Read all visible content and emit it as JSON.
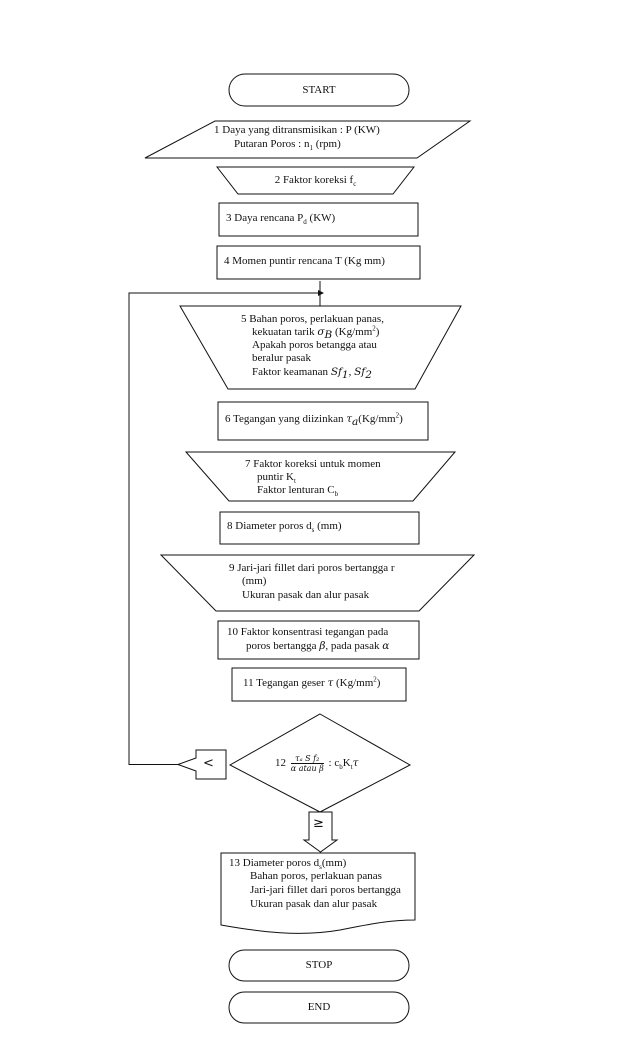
{
  "start": "START",
  "step1": {
    "line1": "1  Daya yang ditransmisikan : P (KW)",
    "line2": "Putaran Poros : n",
    "line2_sub": "1",
    "line2_tail": " (rpm)"
  },
  "step2": {
    "label": "2  Faktor koreksi f",
    "sub": "c"
  },
  "step3": {
    "label": "3  Daya rencana P",
    "sub": "d",
    "tail": " (KW)"
  },
  "step4": {
    "label": "4  Momen puntir rencana T (Kg mm)"
  },
  "step5": {
    "line1": "5  Bahan poros, perlakuan panas,",
    "line2_pre": "kekuatan tarik ",
    "sigma": "σ",
    "sigma_sub": "B",
    "line2_unit": " (Kg/mm",
    "line2_sup": "2",
    "line2_end": ")",
    "line3": "Apakah poros betangga atau",
    "line4": "beralur pasak",
    "line5_pre": "Faktor keamanan ",
    "sf1": "Sf",
    "sf1_sub": "1",
    "sep": ", ",
    "sf2": "Sf",
    "sf2_sub": "2"
  },
  "step6": {
    "pre": "6  Tegangan yang diizinkan  ",
    "tau": "τ",
    "tau_sub": "a",
    "unit": "(Kg/mm",
    "sup": "2",
    "end": ")"
  },
  "step7": {
    "line1": "7  Faktor koreksi untuk momen",
    "line2": "puntir K",
    "line2_sub": "t",
    "line3": "Faktor lenturan C",
    "line3_sub": "b"
  },
  "step8": {
    "label": "8  Diameter poros d",
    "sub": "s",
    "tail": " (mm)"
  },
  "step9": {
    "line1": "9  Jari-jari fillet dari poros bertangga r",
    "line2": "(mm)",
    "line3": "Ukuran pasak dan alur pasak"
  },
  "step10": {
    "line1": "10  Faktor konsentrasi tegangan pada",
    "line2_pre": "poros bertangga ",
    "beta": "β",
    "line2_mid": ", pada pasak ",
    "alpha": "α"
  },
  "step11": {
    "pre": "11  Tegangan geser ",
    "tau": "τ",
    "unit": " (Kg/mm",
    "sup": "2",
    "end": ")"
  },
  "step12": {
    "num": "12",
    "frac_num": "τₐ S f₂",
    "frac_den": "α atau β",
    "colon": " : c",
    "c_sub": "b",
    "k": "K",
    "k_sub": "t",
    "tau": "τ"
  },
  "less_than": "<",
  "greater_equal": "≥",
  "step13": {
    "line1": "13  Diameter poros d",
    "line1_sub": "s",
    "line1_tail": "(mm)",
    "line2": "Bahan poros, perlakuan panas",
    "line3": "Jari-jari fillet dari poros bertangga",
    "line4": "Ukuran pasak dan alur pasak"
  },
  "stop": "STOP",
  "end": "END"
}
